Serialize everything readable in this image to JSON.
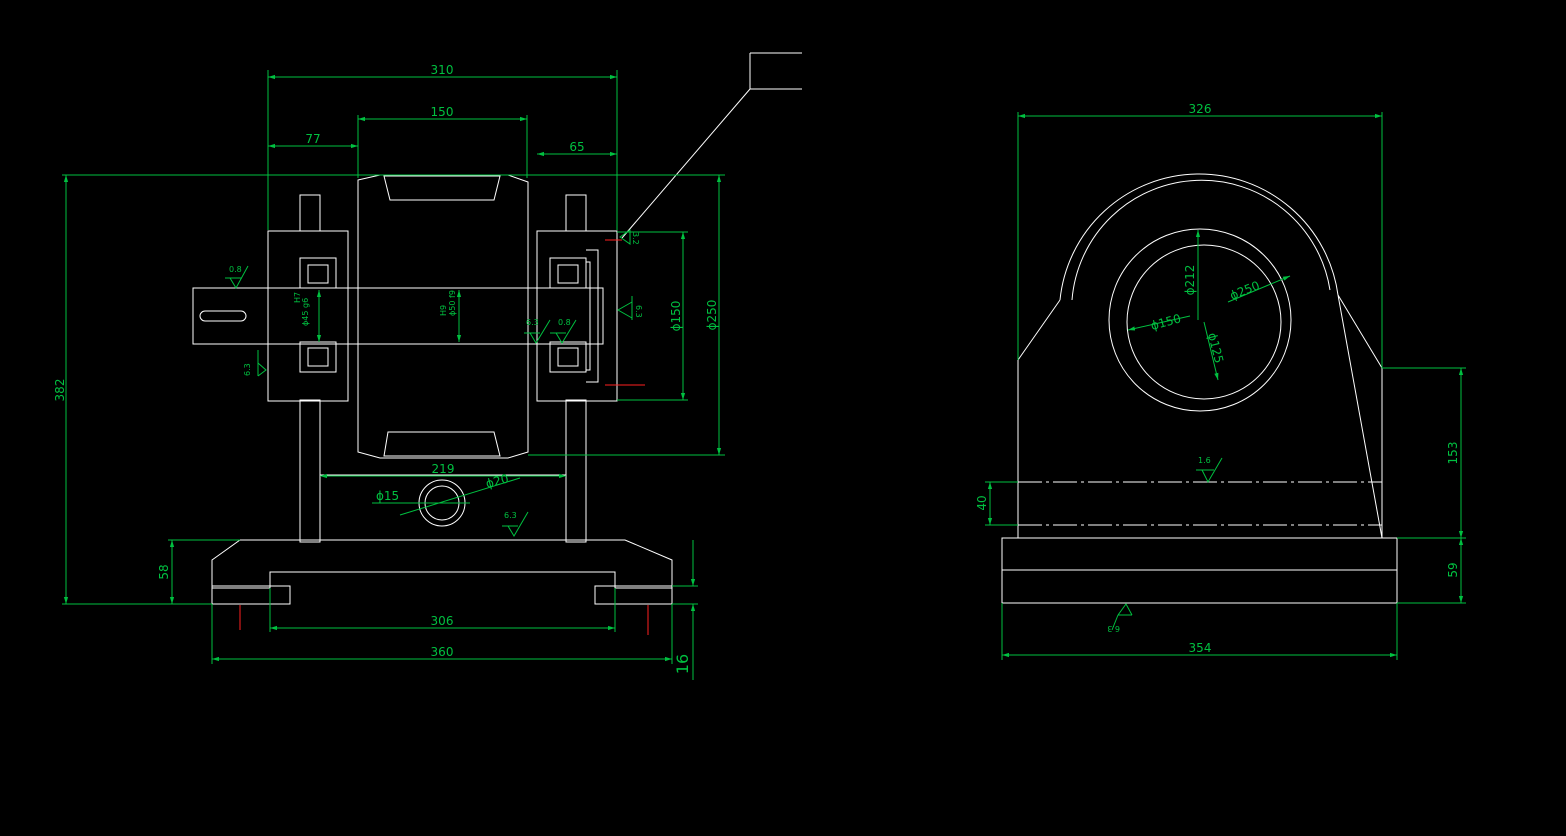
{
  "colors": {
    "background": "#000000",
    "outline": "#ffffff",
    "dimension": "#00c040",
    "centerline": "#ff2020"
  },
  "front_view": {
    "dims": {
      "overall_width": "310",
      "roller_width": "150",
      "left_offset": "77",
      "right_offset": "65",
      "overall_height": "382",
      "base_height": "58",
      "bore_150": "ϕ150",
      "bore_250": "ϕ250",
      "inner_width": "219",
      "hole_15": "ϕ15",
      "hole_20": "ϕ20",
      "base_inner": "306",
      "base_width": "360",
      "base_thickness": "16"
    },
    "fits": {
      "left_shaft_top": "H7",
      "left_shaft_bottom": "ϕ45 g6",
      "mid_shaft_top": "H9",
      "mid_shaft_bottom": "ϕ50 f9"
    },
    "roughness": {
      "shaft_end": "0.8",
      "left_flange": "6.3",
      "right_bore": "6.3",
      "right_cover": "0.8",
      "right_cover_top": "3.2",
      "right_side": "6.3",
      "web": "6.3"
    }
  },
  "side_view": {
    "dims": {
      "overall_width": "326",
      "bore_212": "ϕ212",
      "bore_250": "ϕ250",
      "bore_150": "ϕ150",
      "bore_125": "ϕ125",
      "height_153": "153",
      "height_40": "40",
      "base_height": "59",
      "base_width": "354"
    },
    "roughness": {
      "center": "1.6",
      "base": "6.3"
    }
  }
}
